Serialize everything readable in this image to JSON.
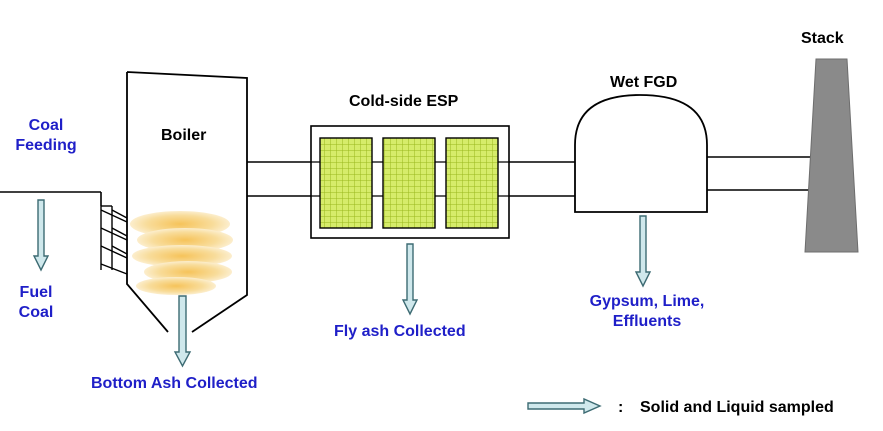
{
  "labels": {
    "stack": "Stack",
    "wet_fgd": "Wet FGD",
    "cold_side_esp": "Cold-side ESP",
    "boiler": "Boiler",
    "coal_feeding_line1": "Coal",
    "coal_feeding_line2": "Feeding",
    "fuel_coal_line1": "Fuel",
    "fuel_coal_line2": "Coal",
    "bottom_ash": "Bottom Ash Collected",
    "fly_ash": "Fly ash Collected",
    "gypsum_line1": "Gypsum, Lime,",
    "gypsum_line2": "Effluents",
    "legend_colon": ":",
    "legend_text": "Solid and Liquid sampled"
  },
  "colors": {
    "label_blue": "#1f1fc8",
    "arrow_fill": "#cfe8ec",
    "arrow_stroke": "#3d6b73",
    "esp_cell_fill": "#d6ec6a",
    "esp_grid": "#9ab81e",
    "stack_fill": "#8a8a8a",
    "fire_fill": "#f4d27a"
  },
  "icons": {
    "sample_arrow": "down-arrow-icon",
    "legend_arrow": "right-arrow-icon",
    "fire": "fire-icon"
  }
}
